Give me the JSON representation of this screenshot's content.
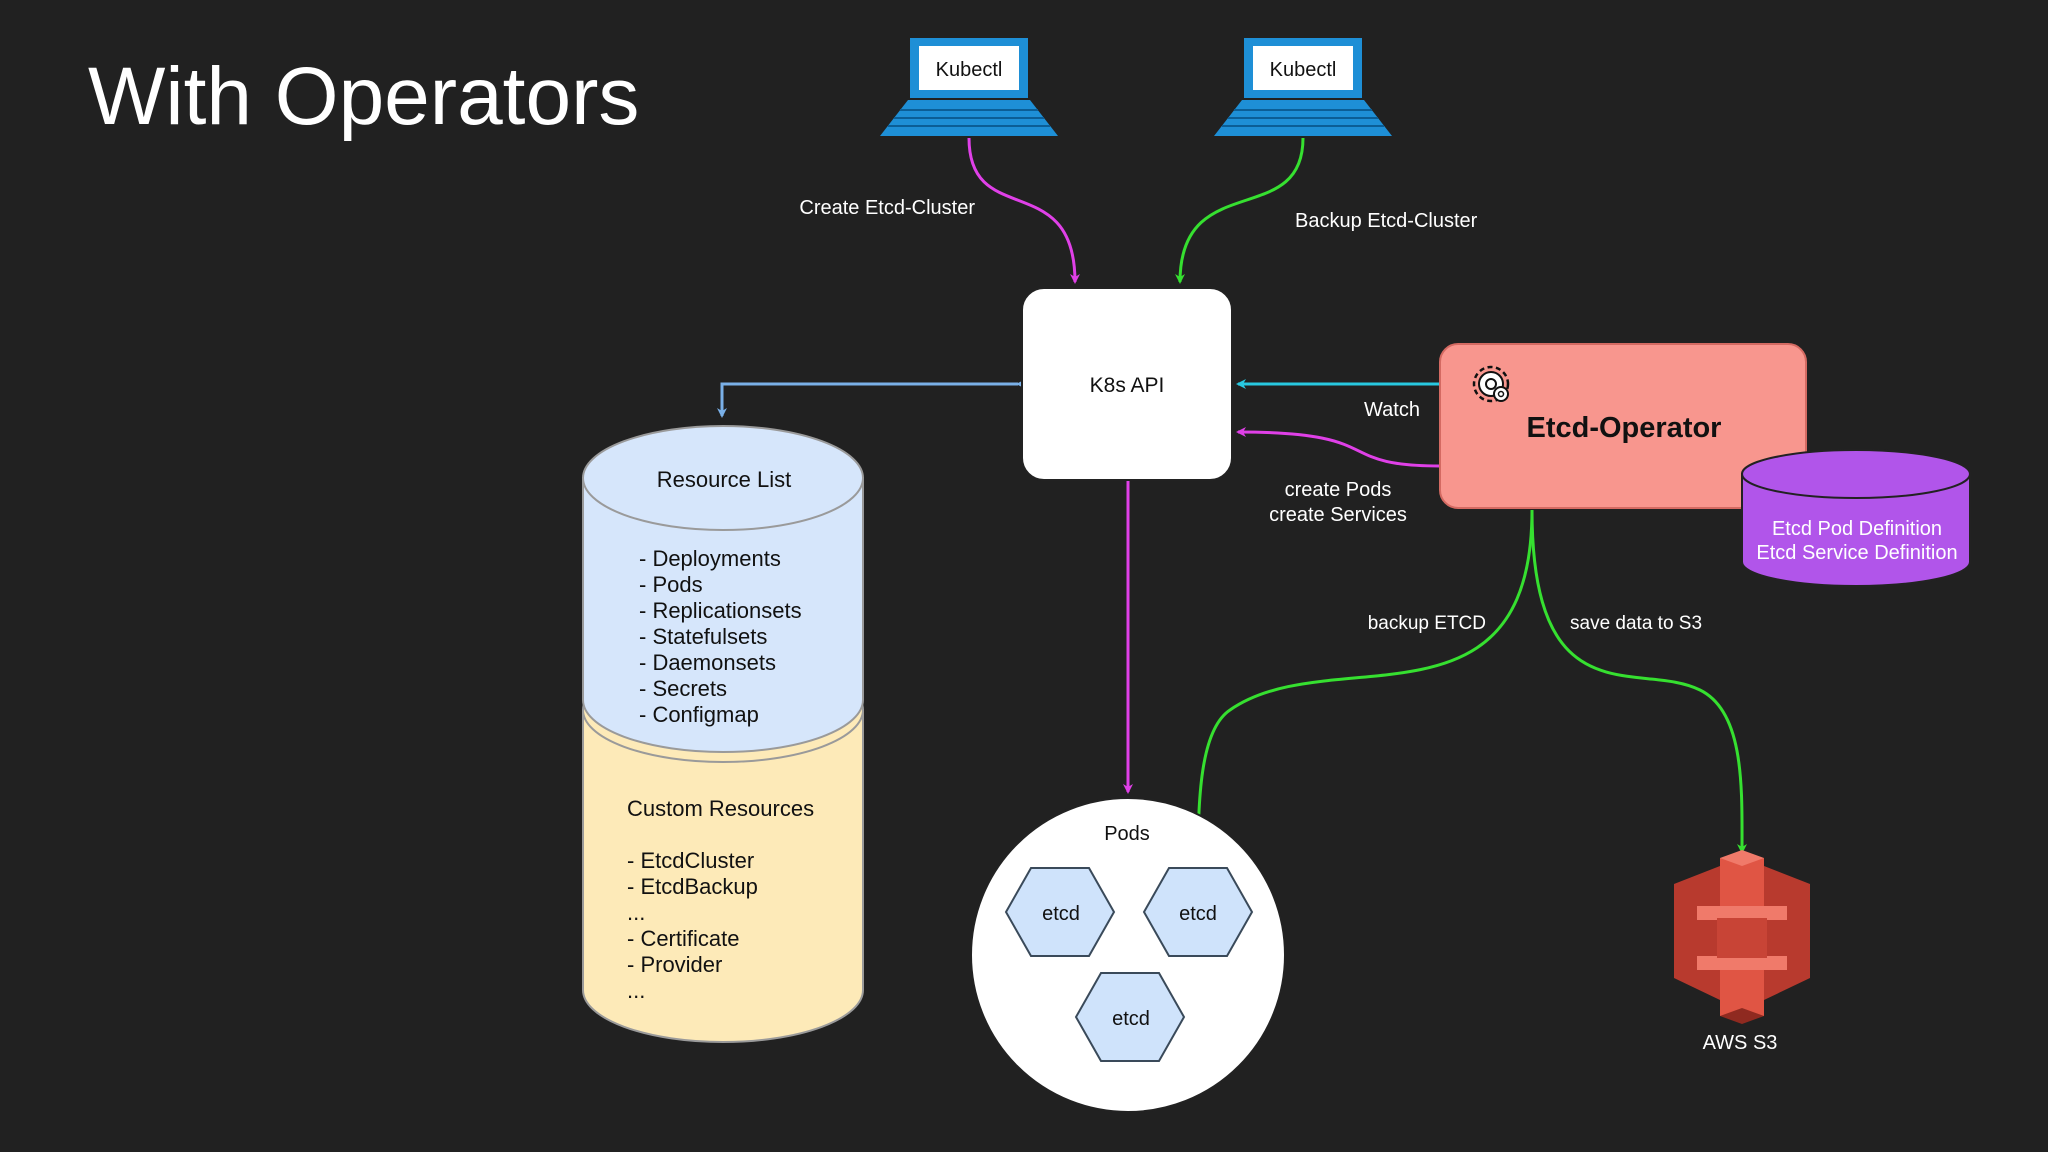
{
  "title": "With Operators",
  "colors": {
    "background": "#212121",
    "pink": "#e040e8",
    "green": "#36e030",
    "blue": "#7ab0e8",
    "cyan": "#28c8e0",
    "laptop": "#1e8fd6",
    "resource_list_fill": "#d6e6fb",
    "custom_resources_fill": "#fdeab8",
    "operator_fill": "#f8968e",
    "definition_fill": "#b155ea",
    "hexagon_fill": "#cfe3fb",
    "s3": "#d9493a"
  },
  "clients": [
    {
      "label": "Kubectl"
    },
    {
      "label": "Kubectl"
    }
  ],
  "edges": {
    "create_cluster": "Create Etcd-Cluster",
    "backup_cluster": "Backup Etcd-Cluster",
    "watch": "Watch",
    "create_pods": "create Pods",
    "create_services": "create Services",
    "backup_etcd": "backup ETCD",
    "save_s3": "save data to S3"
  },
  "api": {
    "label": "K8s API"
  },
  "resource_list": {
    "title": "Resource List",
    "items": [
      "- Deployments",
      "- Pods",
      "- Replicationsets",
      "- Statefulsets",
      "- Daemonsets",
      "- Secrets",
      "- Configmap"
    ]
  },
  "custom_resources": {
    "title": "Custom Resources",
    "items": [
      "- EtcdCluster",
      "- EtcdBackup",
      "...",
      "- Certificate",
      "- Provider",
      "..."
    ]
  },
  "operator": {
    "label": "Etcd-Operator",
    "icon": "gear-icon"
  },
  "definitions": {
    "lines": [
      "Etcd Pod Definition",
      "Etcd Service Definition"
    ]
  },
  "pods": {
    "label": "Pods",
    "members": [
      "etcd",
      "etcd",
      "etcd"
    ]
  },
  "s3": {
    "label": "AWS S3",
    "icon": "s3-bucket-icon"
  }
}
